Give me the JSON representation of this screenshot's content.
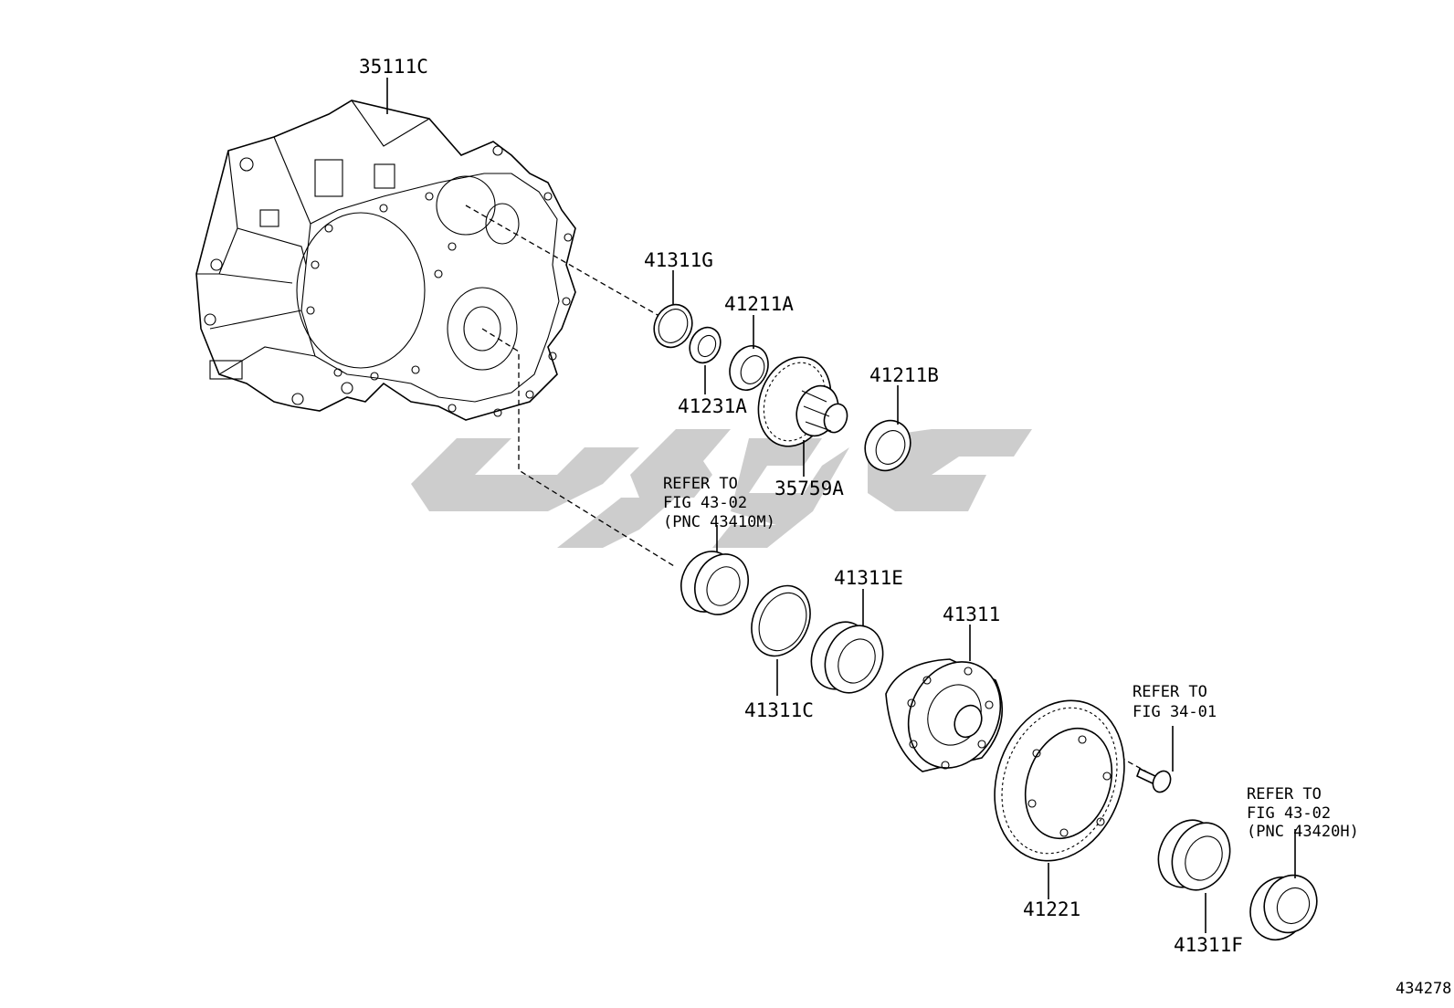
{
  "diagram": {
    "figure_number": "434278",
    "watermark_color": "#c8c8c8",
    "parts": [
      {
        "id": "35111C",
        "label": "35111C"
      },
      {
        "id": "41311G",
        "label": "41311G"
      },
      {
        "id": "41211A",
        "label": "41211A"
      },
      {
        "id": "41231A",
        "label": "41231A"
      },
      {
        "id": "41211B",
        "label": "41211B"
      },
      {
        "id": "35759A",
        "label": "35759A"
      },
      {
        "id": "41311E",
        "label": "41311E"
      },
      {
        "id": "41311",
        "label": "41311"
      },
      {
        "id": "41311C",
        "label": "41311C"
      },
      {
        "id": "41221",
        "label": "41221"
      },
      {
        "id": "41311F",
        "label": "41311F"
      }
    ],
    "references": [
      {
        "lines": [
          "REFER TO",
          "FIG 43-02",
          "(PNC 43410M)"
        ]
      },
      {
        "lines": [
          "REFER TO",
          "FIG 34-01"
        ]
      },
      {
        "lines": [
          "REFER TO",
          "FIG 43-02",
          "(PNC 43420H)"
        ]
      }
    ]
  }
}
